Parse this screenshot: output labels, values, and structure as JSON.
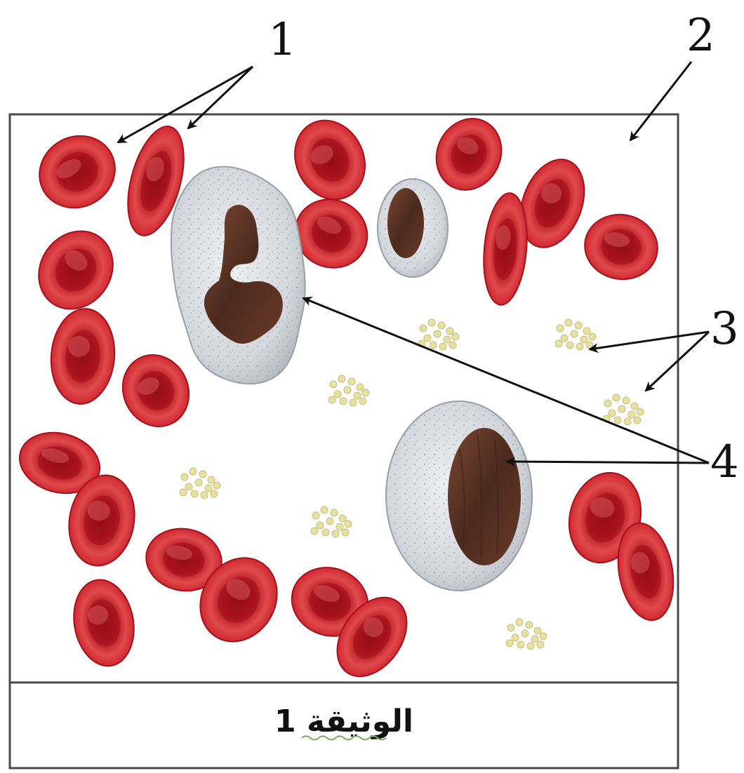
{
  "figure": {
    "labels": {
      "l1": "1",
      "l2": "2",
      "l3": "3",
      "l4": "4"
    },
    "caption": "الوثيقة 1"
  },
  "colors": {
    "rbc_outer": "#c9202a",
    "rbc_mid": "#e2474a",
    "rbc_center": "#9e1018",
    "wbc_cytoplasm": "#d6d9de",
    "nucleus": "#5a3326",
    "platelet": "#e7e2a4",
    "border": "#4a4a4a"
  }
}
